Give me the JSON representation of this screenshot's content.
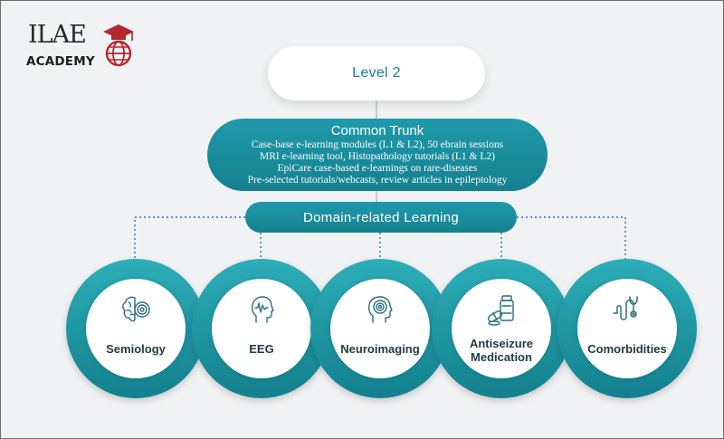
{
  "logo": {
    "mark": "ILAE",
    "sub": "ACADEMY"
  },
  "level": "Level 2",
  "trunk": {
    "title": "Common Trunk",
    "lines": [
      "Case-base e-learning modules (L1 & L2), 50 ebrain sessions",
      "MRI e-learning tool, Histopathology tutorials (L1 & L2)",
      "EpiCare case-based e-learnings on rare-diseases",
      "Pre-selected tutorials/webcasts, review articles in epileptology"
    ]
  },
  "domain_header": "Domain-related Learning",
  "domains": [
    {
      "label": "Semiology",
      "icon": "brain-icon"
    },
    {
      "label": "EEG",
      "icon": "head-eeg-icon"
    },
    {
      "label": "Neuroimaging",
      "icon": "head-scan-icon"
    },
    {
      "label_lines": [
        "Antiseizure",
        "Medication"
      ],
      "icon": "pill-bottle-icon"
    },
    {
      "label": "Comorbidities",
      "icon": "stethoscope-icon"
    }
  ],
  "colors": {
    "teal": "#15808f",
    "teal_light": "#2daeb9",
    "logo_red": "#b5262e",
    "background": "#f1f2f4"
  }
}
